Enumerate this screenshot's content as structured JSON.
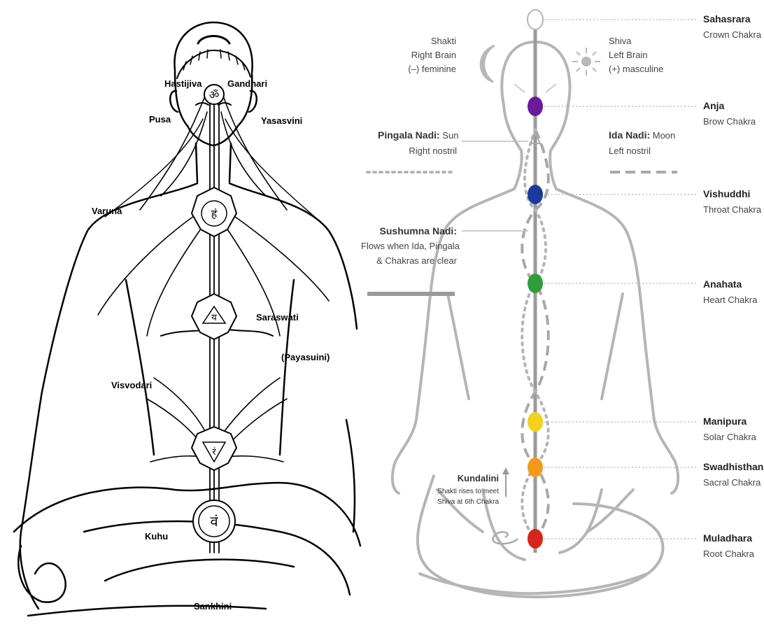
{
  "left_diagram": {
    "labels": {
      "hastijiva": "Hastijiva",
      "gandhari": "Gandhari",
      "pusa": "Pusa",
      "yasasvini": "Yasasvini",
      "varuna": "Varuna",
      "saraswati": "Saraswati",
      "payasuini": "(Payasuini)",
      "visvodari": "Visvodari",
      "kuhu": "Kuhu",
      "sankhini": "Sankhini"
    },
    "symbols": {
      "crown": "ॐ",
      "throat": "हं",
      "heart": "य",
      "solar": "रं",
      "root": "वं"
    }
  },
  "right_diagram": {
    "colors": {
      "sahasrara": "#ffffff",
      "anja": "#6a1b9a",
      "vishuddhi": "#1a3a9c",
      "anahata": "#2e9e3a",
      "manipura": "#f2d21a",
      "swadhisthana": "#f39a1c",
      "muladhara": "#d8241c",
      "body_outline": "#b5b5b5",
      "channel": "#9a9a9a"
    },
    "chakras": [
      {
        "name": "Sahasrara",
        "sub": "Crown Chakra"
      },
      {
        "name": "Anja",
        "sub": "Brow Chakra"
      },
      {
        "name": "Vishuddhi",
        "sub": "Throat Chakra"
      },
      {
        "name": "Anahata",
        "sub": "Heart Chakra"
      },
      {
        "name": "Manipura",
        "sub": "Solar Chakra"
      },
      {
        "name": "Swadhisthana",
        "sub": "Sacral Chakra"
      },
      {
        "name": "Muladhara",
        "sub": "Root Chakra"
      }
    ],
    "shakti": {
      "line1": "Shakti",
      "line2": "Right Brain",
      "line3": "(–) feminine"
    },
    "shiva": {
      "line1": "Shiva",
      "line2": "Left Brain",
      "line3": "(+) masculine"
    },
    "pingala": {
      "title": "Pingala Nadi:",
      "rest": " Sun",
      "line2": "Right nostril"
    },
    "ida": {
      "title": "Ida Nadi:",
      "rest": " Moon",
      "line2": "Left nostril"
    },
    "sushumna": {
      "title": "Sushumna Nadi:",
      "line2": "Flows when Ida, Pingala",
      "line3": "& Chakras are clear"
    },
    "kundalini": {
      "title": "Kundalini",
      "line2": "Shakti rises to meet",
      "line3": "Shiva at 6th Chakra"
    },
    "icons": [
      "moon-icon",
      "sun-icon"
    ]
  }
}
